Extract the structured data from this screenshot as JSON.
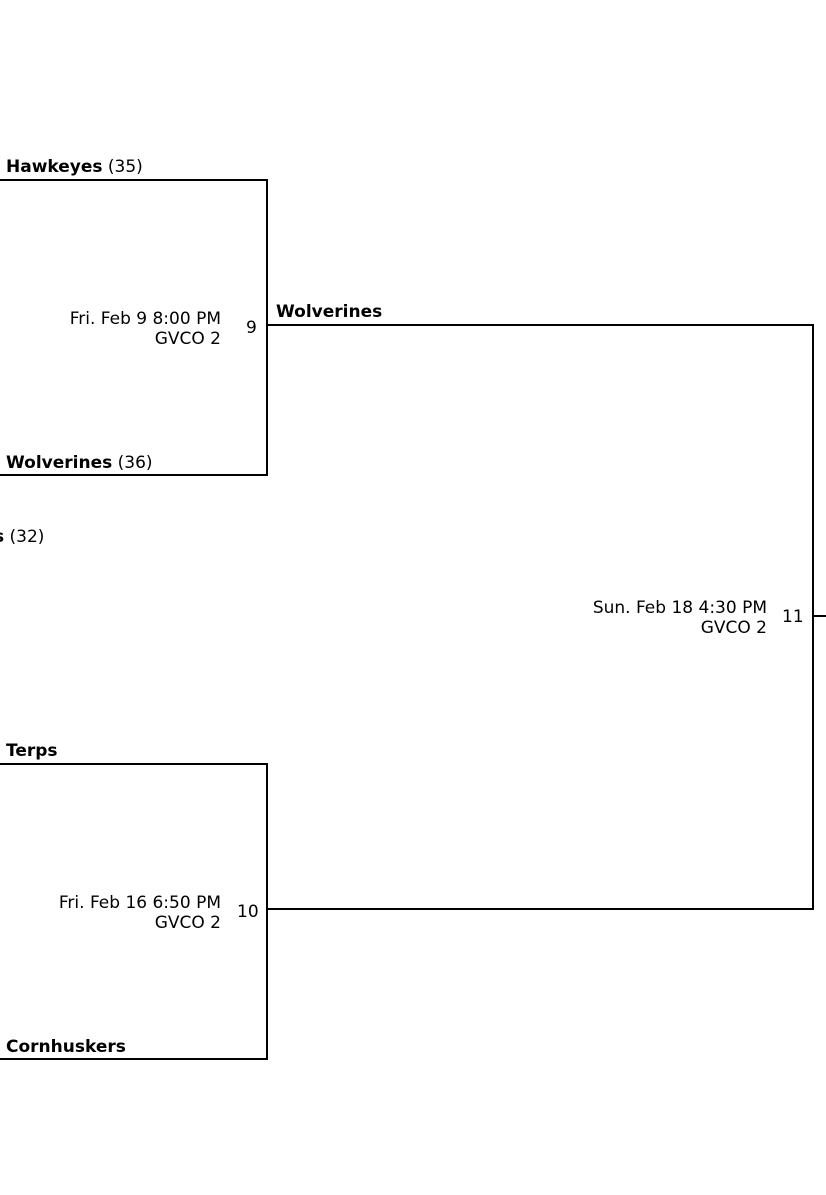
{
  "bracket": {
    "cut_off_entry": {
      "name_fragment": "s",
      "seed": "(32)"
    },
    "games": [
      {
        "number": "9",
        "date": "Fri. Feb 9 8:00 PM",
        "venue": "GVCO 2",
        "top": {
          "name": "Hawkeyes",
          "seed": "(35)"
        },
        "bottom": {
          "name": "Wolverines",
          "seed": "(36)"
        },
        "winner": "Wolverines"
      },
      {
        "number": "10",
        "date": "Fri. Feb 16 6:50 PM",
        "venue": "GVCO 2",
        "top": {
          "name": "Terps",
          "seed": ""
        },
        "bottom": {
          "name": "Cornhuskers",
          "seed": ""
        },
        "winner": ""
      },
      {
        "number": "11",
        "date": "Sun. Feb 18 4:30 PM",
        "venue": "GVCO 2"
      }
    ]
  }
}
